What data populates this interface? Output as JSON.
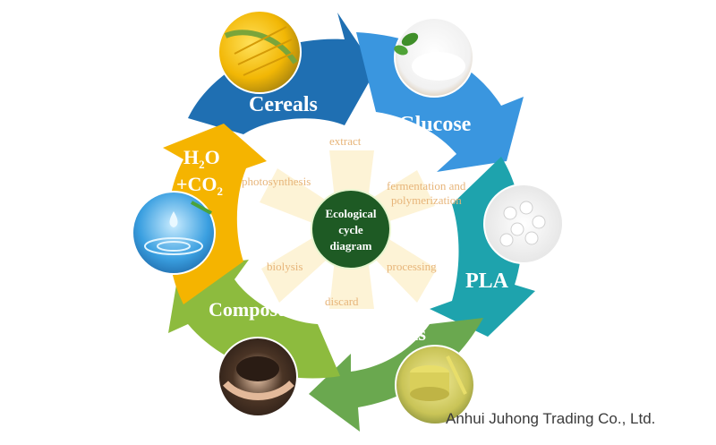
{
  "center": {
    "lines": [
      "Ecological",
      "cycle",
      "diagram"
    ]
  },
  "segments": {
    "cereals": {
      "label": "Cereals",
      "color": "#1f6fb2"
    },
    "glucose": {
      "label": "Glucose",
      "color": "#3a96df"
    },
    "pla": {
      "label": "PLA",
      "color": "#1ea3ad"
    },
    "products": {
      "label": "Products",
      "color": "#6aa84f"
    },
    "compost": {
      "label": "Compost",
      "color": "#8dbb3e"
    },
    "h2o_co2": {
      "line1": "H",
      "sub1": "2",
      "line1b": "O",
      "line2": "+CO",
      "sub2": "2",
      "color": "#f5b400"
    }
  },
  "steps": {
    "extract": "extract",
    "fermentation_line1": "fermentation and",
    "fermentation_line2": "polymerization",
    "processing": "processing",
    "discard": "discard",
    "biolysis": "biolysis",
    "photosynthesis": "photosynthesis"
  },
  "photos": {
    "cereals": "corn-photo",
    "glucose": "glucose-powder-photo",
    "pla": "pla-pellets-photo",
    "products": "tableware-photo",
    "compost": "soil-hands-photo",
    "water": "water-drop-photo"
  },
  "watermark": "Anhui Juhong Trading Co., Ltd."
}
